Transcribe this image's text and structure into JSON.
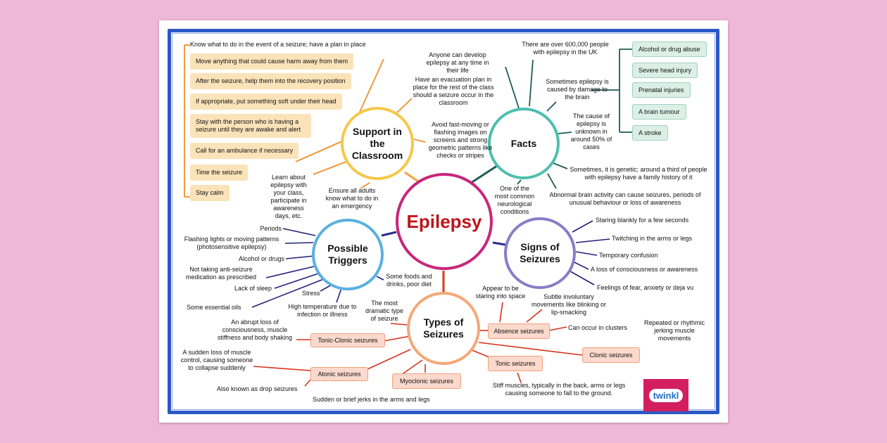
{
  "center": "Epilepsy",
  "support": {
    "title": "Support in the Classroom",
    "heading": "Know what to do in the event of a seizure; have a plan in place",
    "steps": [
      "Move anything that could cause harm away from them",
      "After the seizure, help them into the recovery position",
      "If appropriate, put something soft under their head",
      "Stay with the person who is having a seizure until they are awake and alert",
      "Call for an ambulance if necessary",
      "Time the seizure",
      "Stay calm"
    ],
    "evacuation": "Have an evacuation plan in place for the rest of the class should a seizure occur in the classroom",
    "avoid": "Avoid fast-moving or flashing images on screens and strong geometric patterns like checks or stripes",
    "learn": "Learn about epilepsy with your class, participate in awareness days, etc.",
    "ensure": "Ensure all adults know what to do in an emergency"
  },
  "facts": {
    "title": "Facts",
    "anyone": "Anyone can develop epilepsy at any time in their life",
    "uk": "There are over 600,000 people with epilepsy in the UK",
    "damage": "Sometimes epilepsy is caused by damage to the brain",
    "causes": [
      "Alcohol or drug abuse",
      "Severe head injury",
      "Prenatal injuries",
      "A brain tumour",
      "A stroke"
    ],
    "unknown": "The cause of epilepsy is unknown in around 50% of cases",
    "genetic": "Sometimes, it is genetic; around a third of people with epilepsy have a family history of it",
    "common": "One of the most common neurological conditions"
  },
  "signs": {
    "title": "Signs of Seizures",
    "abnormal": "Abnormal brain activity can cause seizures, periods of unusual behaviour or loss of awareness",
    "items": [
      "Staring blankly for a few seconds",
      "Twitching in the arms or legs",
      "Temporary confusion",
      "A loss of consciousness or awareness",
      "Feelings of fear, anxiety or deja vu"
    ]
  },
  "triggers": {
    "title": "Possible Triggers",
    "items": [
      "Periods",
      "Flashing lights or moving patterns (photosensitive epilepsy)",
      "Alcohol or drugs",
      "Not taking anti-seizure medication as prescribed",
      "Lack of sleep",
      "Some essential oils",
      "Stress",
      "High temperature due to infection or illness",
      "Some foods and drinks, poor diet"
    ]
  },
  "types": {
    "title": "Types of Seizures",
    "most_dramatic": "The most dramatic type of seizure",
    "tonic_clonic": "Tonic-Clonic seizures",
    "tonic_clonic_desc": "An abrupt loss of consciousness, muscle stiffness and body shaking",
    "atonic": "Atonic seizures",
    "atonic_desc": "A sudden loss of muscle control, causing someone to collapse suddenly",
    "atonic_aka": "Also known as drop seizures",
    "myoclonic": "Myoclonic seizures",
    "myoclonic_desc": "Sudden or brief jerks in the arms and legs",
    "absence": "Absence seizures",
    "absence_stare": "Appear to be staring into space",
    "absence_subtle": "Subtle involuntary movements like blinking or lip-smacking",
    "absence_clusters": "Can occur in clusters",
    "clonic": "Clonic seizures",
    "clonic_desc": "Repeated or rhythmic jerking muscle movements",
    "tonic": "Tonic seizures",
    "tonic_desc": "Stiff muscles, typically in the back, arms or legs causing someone to fall to the ground."
  },
  "logo": "twinkl",
  "colors": {
    "support": "#f2a93b",
    "facts": "#4dbfb0",
    "triggers": "#5ab0e0",
    "signs": "#8a7cc8",
    "types": "#f4a878",
    "center": "#c8267a"
  }
}
